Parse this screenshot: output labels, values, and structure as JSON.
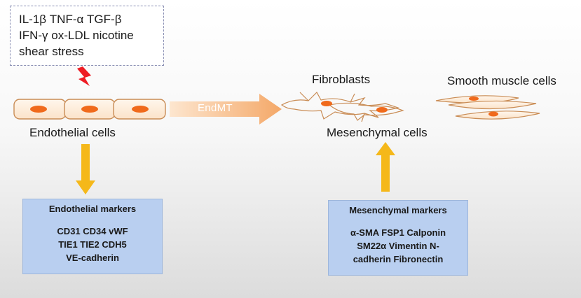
{
  "stimuli": {
    "lines": [
      "IL-1β TNF-α TGF-β",
      "IFN-γ ox-LDL nicotine",
      "shear stress"
    ]
  },
  "labels": {
    "endothelial_cells": "Endothelial cells",
    "endmt": "EndMT",
    "fibroblasts": "Fibroblasts",
    "smooth_muscle_cells": "Smooth muscle cells",
    "mesenchymal_cells": "Mesenchymal cells"
  },
  "endothelial_markers": {
    "title": "Endothelial markers",
    "lines": [
      "CD31  CD34  vWF",
      "TIE1  TIE2  CDH5",
      "VE-cadherin"
    ]
  },
  "mesenchymal_markers": {
    "title": "Mesenchymal markers",
    "lines": [
      "α-SMA  FSP1 Calponin",
      "SM22α Vimentin N-",
      "cadherin Fibronectin"
    ]
  },
  "colors": {
    "nucleus": "#f06a1c",
    "arrow_yellow": "#f5b81a",
    "arrow_endmt": "#f6b77e",
    "lightning": "#ee1c24",
    "marker_box": "#b9cff0"
  }
}
